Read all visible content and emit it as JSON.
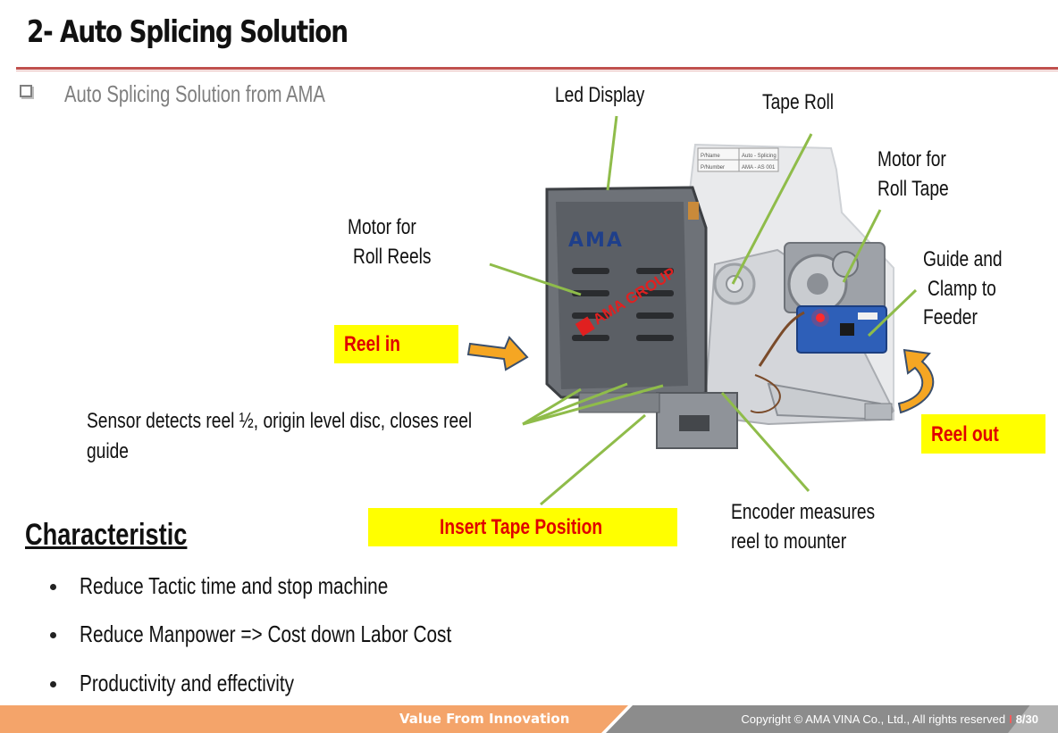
{
  "slide": {
    "title": "2- Auto Splicing Solution",
    "subtitle": "Auto Splicing Solution from AMA"
  },
  "callouts": {
    "led_display": "Led Display",
    "tape_roll": "Tape Roll",
    "motor_roll_tape_line1": "Motor for",
    "motor_roll_tape_line2": "Roll Tape",
    "motor_roll_reels_line1": "Motor for",
    "motor_roll_reels_line2": "Roll Reels",
    "guide_line1": "Guide and",
    "guide_line2": "Clamp to",
    "guide_line3": "Feeder",
    "reel_in": "Reel in",
    "reel_out": "Reel out",
    "sensor": "Sensor detects reel ½, origin level disc, closes reel guide",
    "insert_tape": "Insert Tape Position",
    "encoder_line1": "Encoder measures",
    "encoder_line2": "reel to mounter"
  },
  "device": {
    "brand_logo": "AMA",
    "group_logo": "AMA GROUP",
    "label_plate": {
      "row1_key": "P/Name",
      "row1_value": "Auto - Splicing",
      "row2_key": "P/Number",
      "row2_value": "AMA - AS 001"
    }
  },
  "characteristic": {
    "heading": "Characteristic",
    "items": [
      "Reduce Tactic time and stop machine",
      "Reduce Manpower => Cost down Labor Cost",
      "Productivity and effectivity"
    ]
  },
  "footer": {
    "slogan": "Value From Innovation",
    "copyright": "Copyright © AMA VINA Co., Ltd., All rights reserved",
    "separator": "I",
    "page": "8/30"
  },
  "colors": {
    "accent_rule": "#c0504d",
    "callout_line": "#8fbc4a",
    "highlight_bg": "#ffff00",
    "highlight_text": "#e00000",
    "arrow_fill": "#f5a623",
    "footer_orange": "#f4a46a",
    "footer_gray": "#8c8c8c"
  }
}
